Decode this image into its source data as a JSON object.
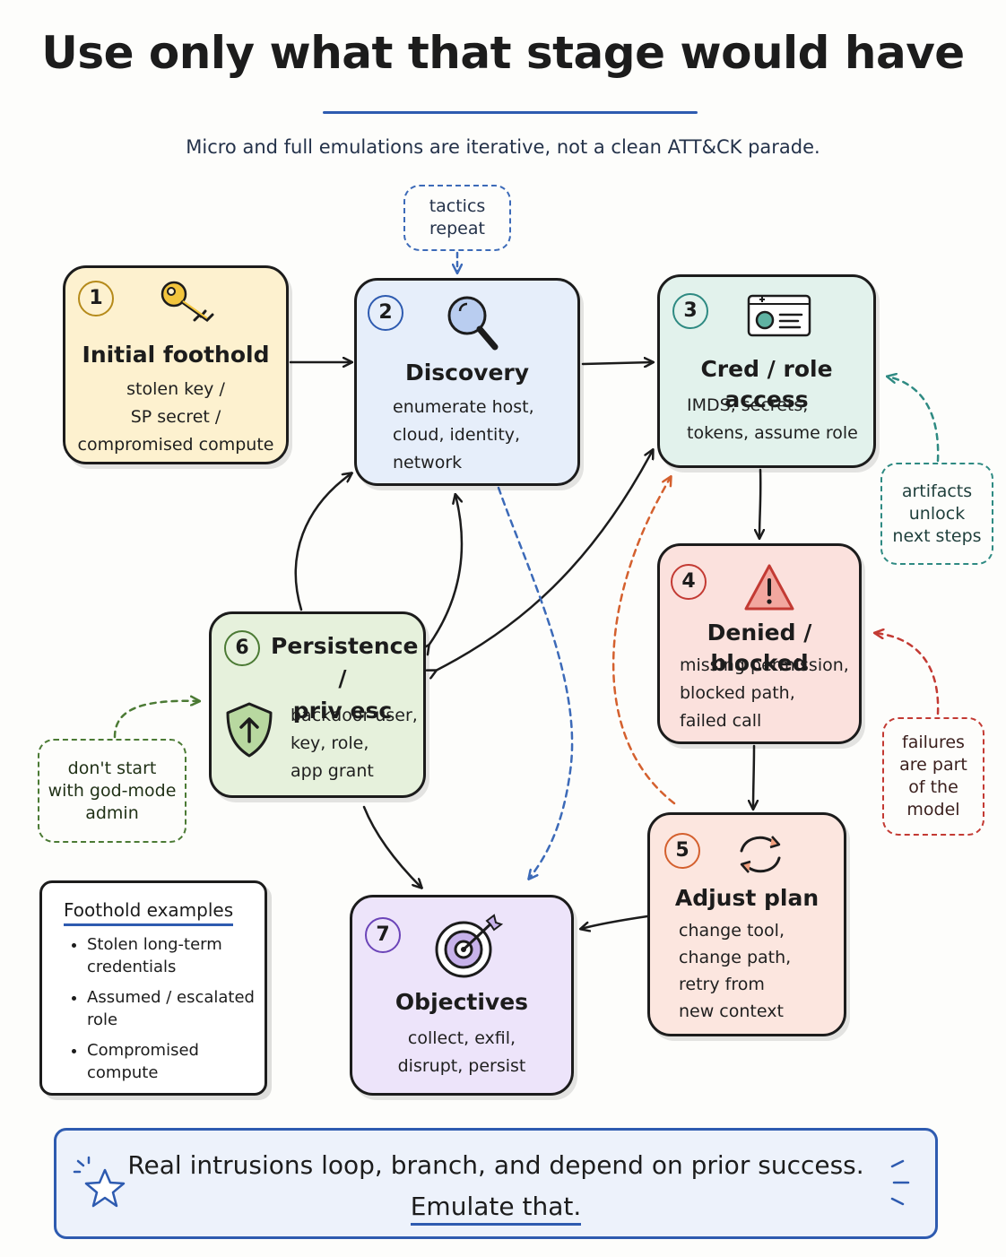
{
  "title": "Use only what that stage would have",
  "subtitle": "Micro and full emulations are iterative, not a clean ATT&CK parade.",
  "stages": [
    {
      "number": "1",
      "heading": "Initial foothold",
      "lines": [
        "stolen key /",
        "SP secret /",
        "compromised compute"
      ],
      "icon": "key-icon",
      "color": "#fdf1cf"
    },
    {
      "number": "2",
      "heading": "Discovery",
      "lines": [
        "enumerate host,",
        "cloud, identity,",
        "network"
      ],
      "icon": "magnifier-icon",
      "color": "#e6eefa"
    },
    {
      "number": "3",
      "heading": "Cred / role access",
      "lines": [
        "IMDS, secrets,",
        "tokens, assume role"
      ],
      "icon": "id-card-icon",
      "color": "#e2f2ec"
    },
    {
      "number": "4",
      "heading": "Denied / blocked",
      "lines": [
        "missing permission,",
        "blocked path,",
        "failed call"
      ],
      "icon": "warning-icon",
      "color": "#fbe1dd"
    },
    {
      "number": "5",
      "heading": "Adjust plan",
      "lines": [
        "change tool,",
        "change path,",
        "retry from",
        "new context"
      ],
      "icon": "cycle-arrows-icon",
      "color": "#fce6df"
    },
    {
      "number": "6",
      "heading": "Persistence / priv esc",
      "heading_lines": [
        "Persistence /",
        "priv esc"
      ],
      "lines": [
        "backdoor user,",
        "key, role,",
        "app grant"
      ],
      "icon": "shield-up-icon",
      "color": "#e6f1dc"
    },
    {
      "number": "7",
      "heading": "Objectives",
      "lines": [
        "collect, exfil,",
        "disrupt, persist"
      ],
      "icon": "target-icon",
      "color": "#ede4fa"
    }
  ],
  "notes": {
    "tactics": [
      "tactics",
      "repeat"
    ],
    "artifacts": [
      "artifacts",
      "unlock",
      "next steps"
    ],
    "failures": [
      "failures",
      "are part",
      "of the",
      "model"
    ],
    "godmode": [
      "don't start",
      "with god-mode",
      "admin"
    ]
  },
  "examples": {
    "title": "Foothold examples",
    "items": [
      "Stolen long-term credentials",
      "Assumed / escalated role",
      "Compromised compute"
    ]
  },
  "banner": {
    "line1": "Real intrusions loop, branch, and depend on prior success.",
    "line2": "Emulate that.",
    "icon": "star-icon"
  }
}
